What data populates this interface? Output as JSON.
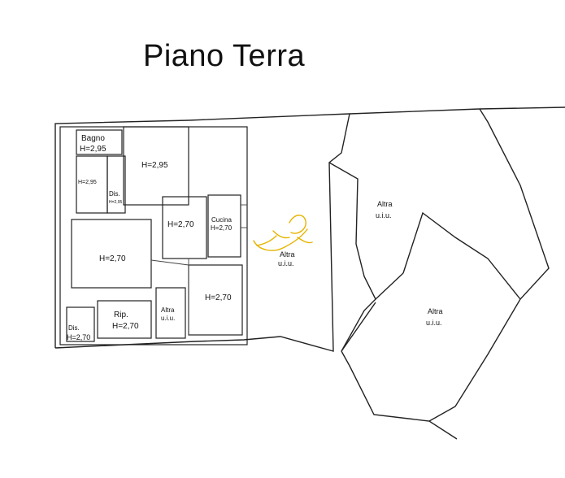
{
  "title": "Piano Terra",
  "labels": {
    "bagno": "Bagno",
    "bagno_h": "H=2,95",
    "room_left_small": "H=2,95",
    "room_top": "H=2,95",
    "dis_top": "Dis.",
    "dis_top_h": "H=2,95",
    "room_center": "H=2,70",
    "cucina": "Cucina",
    "cucina_h": "H=2,70",
    "room_big_left": "H=2,70",
    "room_right": "H=2,70",
    "rip": "Rip.",
    "rip_h": "H=2,70",
    "altra_small": "Altra",
    "altra_small_uiu": "u.i.u.",
    "dis_bottom": "Dis.",
    "dis_bottom_h": "H=2,70",
    "altra_center": "Altra",
    "altra_center_uiu": "u.i.u.",
    "altra_top_right": "Altra",
    "altra_top_right_uiu": "u.i.u.",
    "altra_bottom_right": "Altra",
    "altra_bottom_right_uiu": "u.i.u."
  },
  "colors": {
    "line": "#222222",
    "signature": "#e6b400",
    "background": "#ffffff"
  }
}
